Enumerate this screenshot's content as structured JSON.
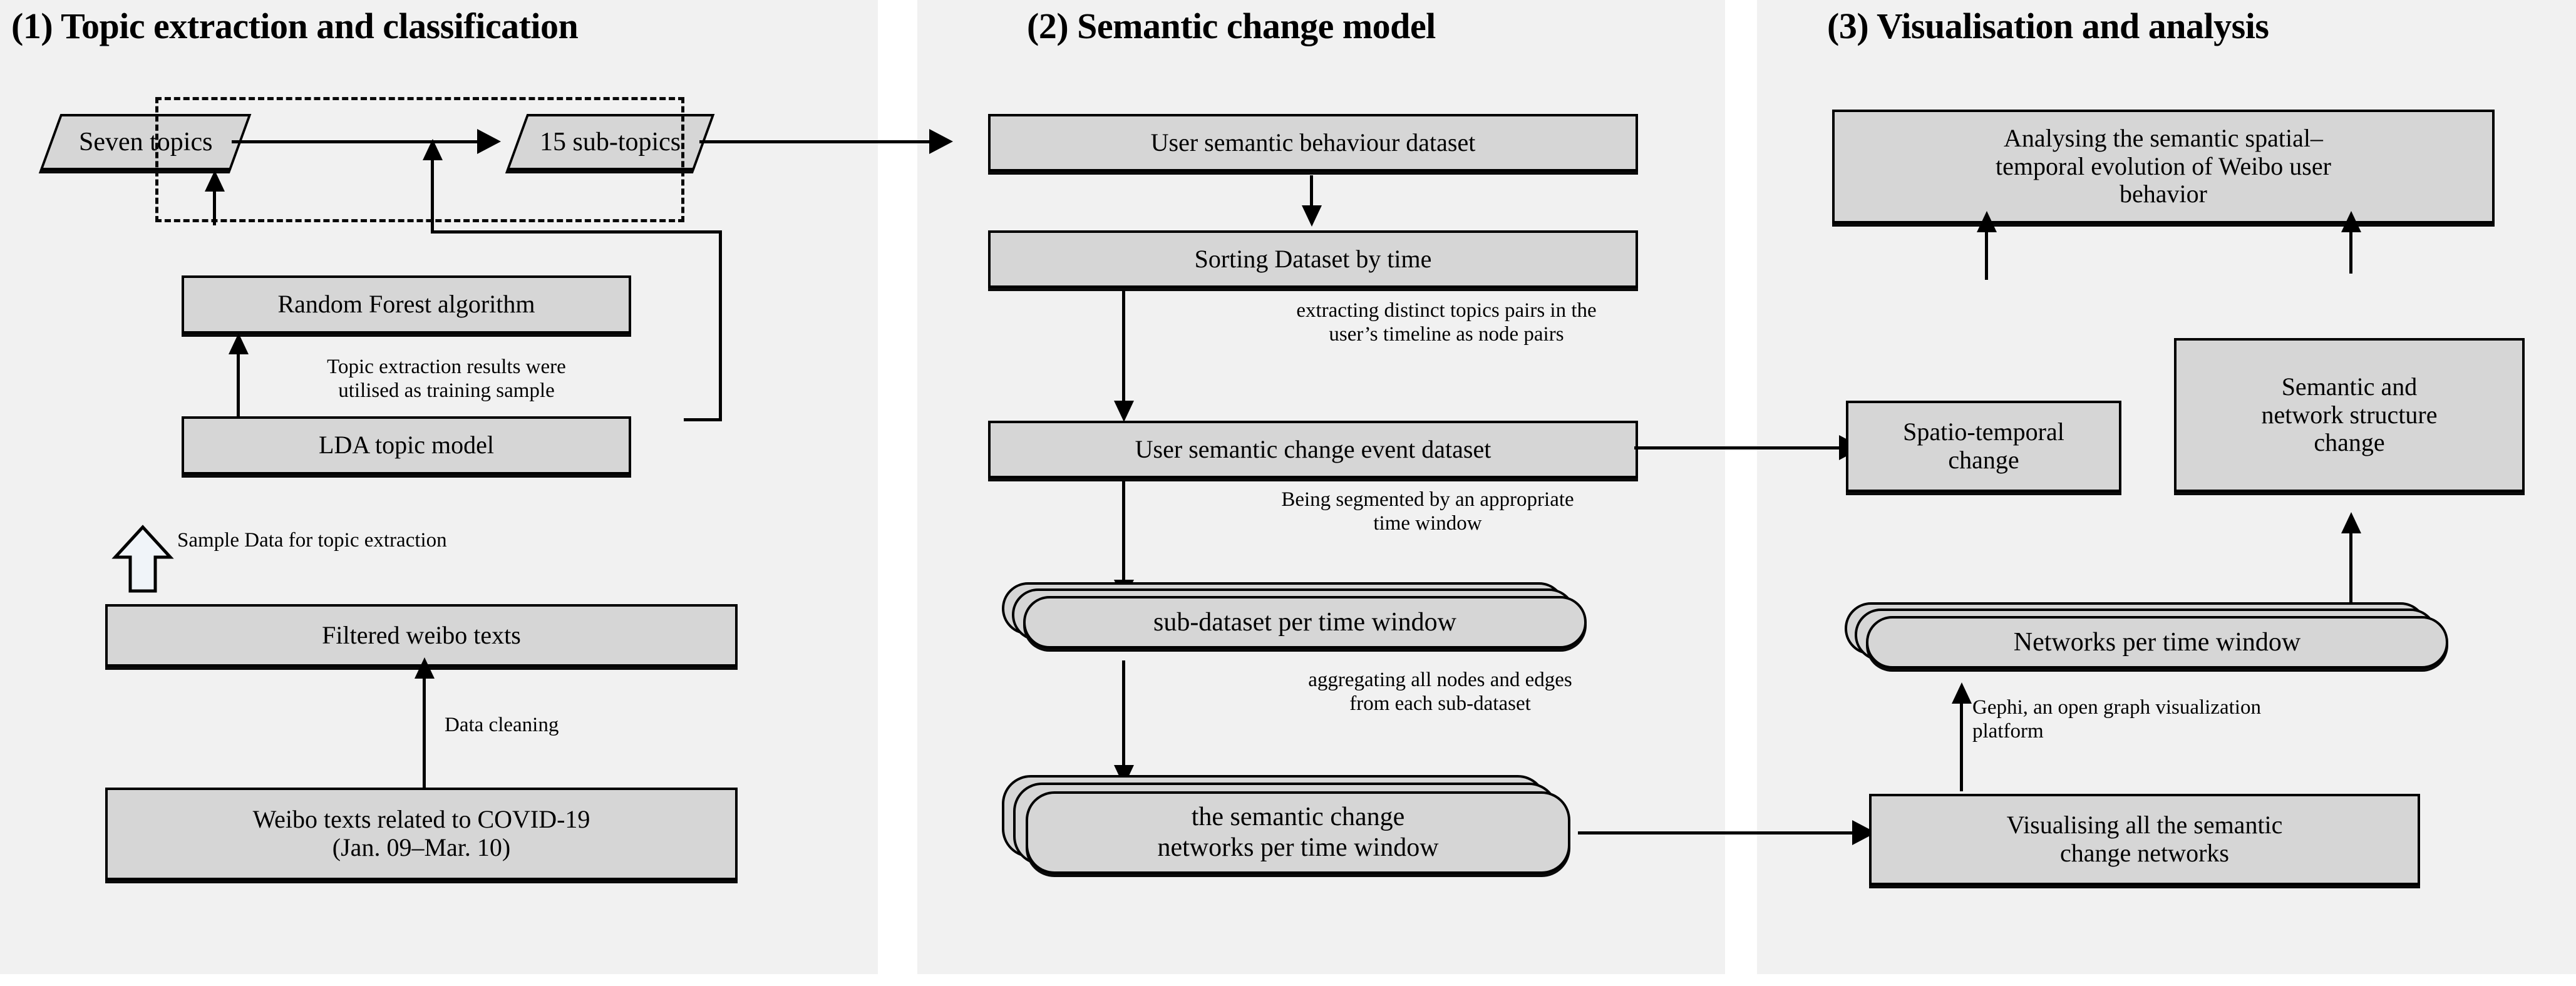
{
  "figure": {
    "panels": [
      {
        "id": "panel-1",
        "title": "(1) Topic extraction and classification",
        "nodes": {
          "seven_topics": "Seven topics",
          "fifteen_subtopics": "15 sub-topics",
          "random_forest": "Random Forest algorithm",
          "lda": "LDA topic model",
          "filtered_weibo": "Filtered weibo texts",
          "weibo_covid_line1": "Weibo texts related to COVID-19",
          "weibo_covid_line2": "(Jan. 09–Mar. 10)"
        },
        "edge_labels": {
          "training_sample": "Topic extraction results were\nutilised as training sample",
          "sample_data": "Sample Data for topic extraction",
          "data_cleaning": "Data cleaning"
        }
      },
      {
        "id": "panel-2",
        "title": "(2) Semantic change model",
        "nodes": {
          "user_semantic_behaviour": "User semantic behaviour dataset",
          "sorting_dataset": "Sorting  Dataset by time",
          "change_event_dataset": "User semantic change event dataset",
          "sub_dataset": "sub-dataset per time window",
          "semantic_networks_line1": "the semantic change",
          "semantic_networks_line2": "networks per time window"
        },
        "edge_labels": {
          "extracting_pairs": "extracting distinct topics pairs in the\nuser’s timeline as node pairs",
          "segmented": "Being segmented by an appropriate\ntime window",
          "aggregating": "aggregating all nodes and edges\nfrom each sub-dataset"
        }
      },
      {
        "id": "panel-3",
        "title": "(3) Visualisation and analysis",
        "nodes": {
          "analysing_line1": "Analysing the semantic spatial–",
          "analysing_line2": "temporal evolution of Weibo user",
          "analysing_line3": "behavior",
          "spatio_temporal": "Spatio-temporal\nchange",
          "semantic_network_structure": "Semantic  and\nnetwork structure\nchange",
          "networks_per_window": "Networks per time window",
          "visualising_line1": "Visualising all the semantic",
          "visualising_line2": "change networks"
        },
        "edge_labels": {
          "gephi": "Gephi, an open graph visualization\nplatform"
        }
      }
    ],
    "colors": {
      "panel_background": "#f1f1f1",
      "node_fill": "#d6d6d6",
      "stroke": "#000000",
      "page_background": "#ffffff"
    }
  }
}
